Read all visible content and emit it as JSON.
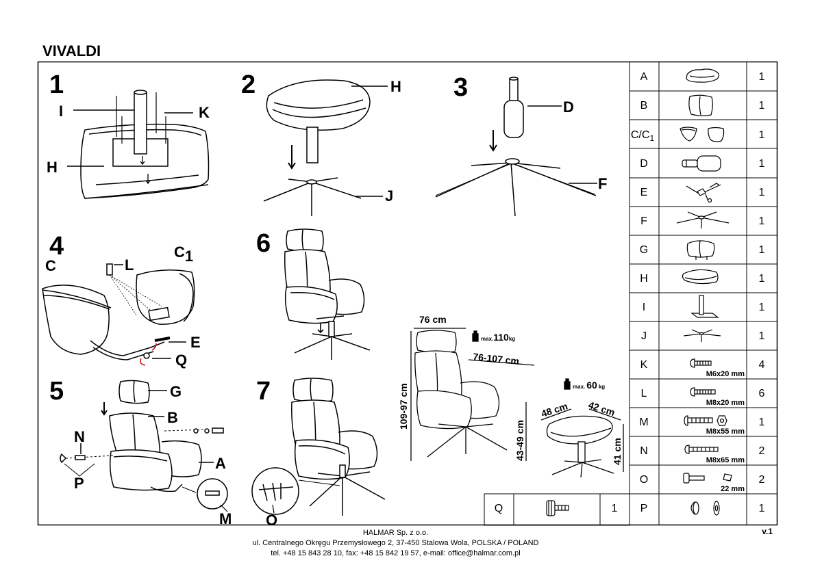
{
  "title": "VIVALDI",
  "version": "v.1",
  "footer": {
    "company": "HALMAR Sp. z o.o.",
    "address": "ul. Centralnego Okręgu Przemysłowego 2, 37-450 Stalowa Wola, POLSKA / POLAND",
    "contact": "tel. +48 15 843 28 10, fax: +48 15 842 19 57, e-mail: office@halmar.com.pl"
  },
  "steps": {
    "s1": {
      "num": "1",
      "labels": {
        "I": "I",
        "K": "K",
        "H": "H"
      }
    },
    "s2": {
      "num": "2",
      "labels": {
        "H": "H",
        "J": "J"
      }
    },
    "s3": {
      "num": "3",
      "labels": {
        "D": "D",
        "F": "F"
      }
    },
    "s4": {
      "num": "4",
      "labels": {
        "C": "C",
        "C1": "C",
        "C1sub": "1",
        "L": "L",
        "E": "E",
        "Q": "Q"
      }
    },
    "s5": {
      "num": "5",
      "labels": {
        "G": "G",
        "B": "B",
        "A": "A",
        "N": "N",
        "P": "P",
        "M": "M"
      }
    },
    "s6": {
      "num": "6"
    },
    "s7": {
      "num": "7",
      "labels": {
        "O": "O"
      }
    }
  },
  "dims": {
    "width": "76 cm",
    "depth": "76-107 cm",
    "height": "109-97 cm",
    "seat": "43-49 cm",
    "max_chair_prefix": "max.",
    "max_chair_value": "110",
    "max_chair_unit": "kg",
    "stool_w": "48 cm",
    "stool_d": "42 cm",
    "stool_h": "41 cm",
    "max_stool_prefix": "max.",
    "max_stool_value": "60",
    "max_stool_unit": "kg"
  },
  "parts": [
    {
      "code": "A",
      "qty": "1",
      "icon": "armrest-cushion-icon"
    },
    {
      "code": "B",
      "qty": "1",
      "icon": "backrest-icon"
    },
    {
      "code": "C/C",
      "sub": "1",
      "qty": "1",
      "icon": "side-panels-icon"
    },
    {
      "code": "D",
      "qty": "1",
      "icon": "gas-lift-icon"
    },
    {
      "code": "E",
      "qty": "1",
      "icon": "mechanism-icon"
    },
    {
      "code": "F",
      "qty": "1",
      "icon": "chair-base-icon"
    },
    {
      "code": "G",
      "qty": "1",
      "icon": "headrest-icon"
    },
    {
      "code": "H",
      "qty": "1",
      "icon": "footstool-cushion-icon"
    },
    {
      "code": "I",
      "qty": "1",
      "icon": "stool-post-icon"
    },
    {
      "code": "J",
      "qty": "1",
      "icon": "stool-base-icon"
    },
    {
      "code": "K",
      "qty": "4",
      "icon": "screw-icon",
      "spec": "M6x20 mm"
    },
    {
      "code": "L",
      "qty": "6",
      "icon": "screw-icon",
      "spec": "M8x20 mm"
    },
    {
      "code": "M",
      "qty": "1",
      "icon": "bolt-nut-icon",
      "spec": "M8x55 mm"
    },
    {
      "code": "N",
      "qty": "2",
      "icon": "screw-icon",
      "spec": "M8x65 mm"
    },
    {
      "code": "O",
      "qty": "2",
      "icon": "pin-clip-icon",
      "spec": "22 mm"
    },
    {
      "code": "P",
      "qty": "1",
      "icon": "cap-washer-icon"
    }
  ],
  "extra_part": {
    "code": "Q",
    "qty": "1",
    "icon": "knob-screw-icon"
  }
}
